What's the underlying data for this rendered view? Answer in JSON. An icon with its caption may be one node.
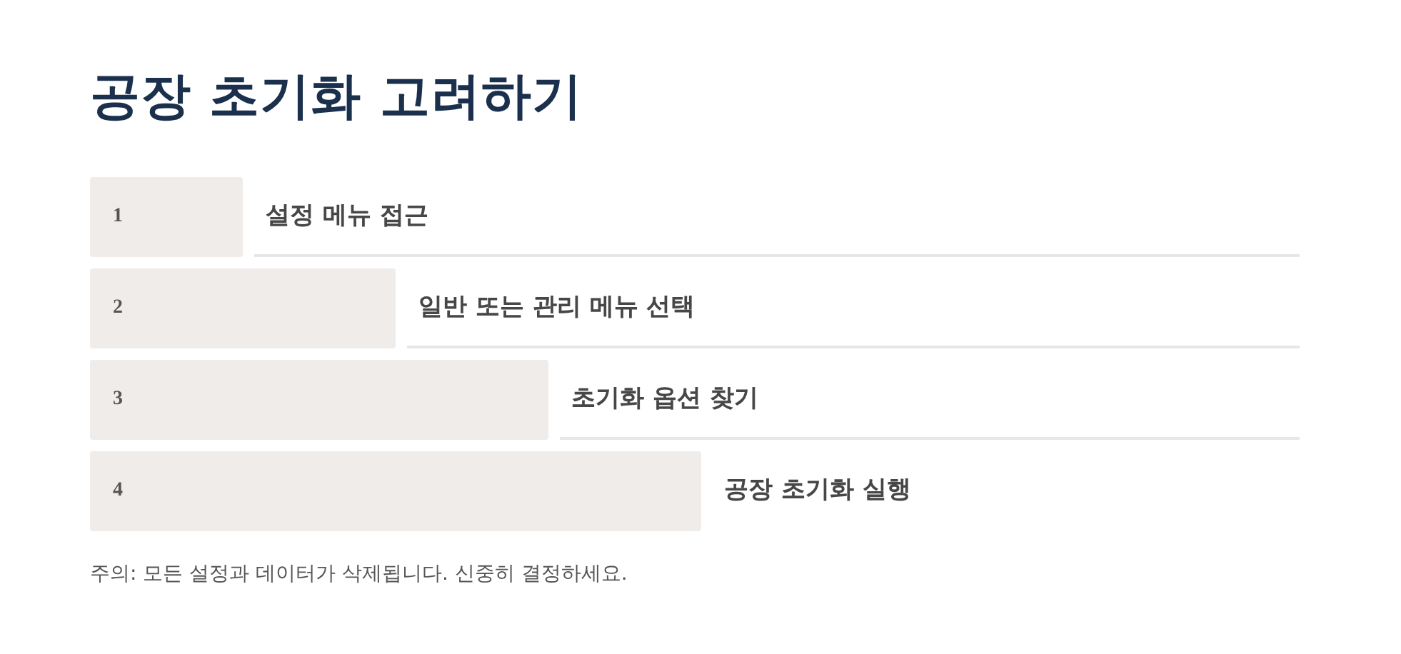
{
  "diagram": {
    "title": "공장 초기화 고려하기",
    "nodes": [
      {
        "text": [
          "1"
        ],
        "beside": [
          "설정 메뉴 접근"
        ]
      },
      {
        "text": [
          "2"
        ],
        "beside": [
          "일반 또는 관리 메뉴 선택"
        ]
      },
      {
        "text": [
          "3"
        ],
        "beside": [
          "초기화 옵션 찾기"
        ]
      },
      {
        "text": [
          "4"
        ],
        "beside": [
          "공장 초기화 실행"
        ]
      }
    ],
    "labels": [
      "주의: 모든 설정과 데이터가 삭제됩니다. 신중히 결정하세요."
    ]
  }
}
